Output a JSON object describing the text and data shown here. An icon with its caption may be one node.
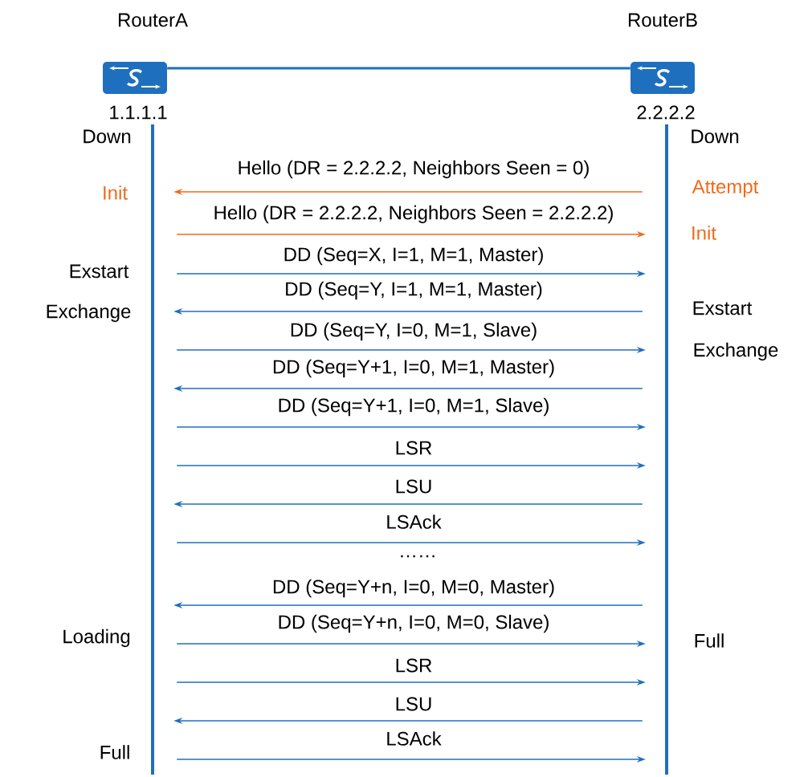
{
  "diagram": {
    "nodes": [
      {
        "text": [
          "RouterA"
        ],
        "beside": [
          "1.1.1.1"
        ]
      },
      {
        "text": [
          "RouterB"
        ],
        "beside": [
          "2.2.2.2"
        ]
      },
      {
        "text": [],
        "shape": "bar"
      },
      {
        "text": [],
        "shape": "bar"
      }
    ],
    "edges": [
      {
        "from": 0,
        "to": 1,
        "arrow": "none"
      },
      {
        "from": 3,
        "to": 2,
        "arrow": "to",
        "label": "Hello (DR = 2.2.2.2, Neighbors Seen = 0)",
        "color": "#f06a1c"
      },
      {
        "from": 2,
        "to": 3,
        "arrow": "to",
        "label": "Hello (DR = 2.2.2.2, Neighbors Seen = 2.2.2.2)",
        "color": "#f06a1c"
      },
      {
        "from": 2,
        "to": 3,
        "arrow": "to",
        "label": "DD (Seq=X, I=1, M=1, Master)"
      },
      {
        "from": 3,
        "to": 2,
        "arrow": "to",
        "label": "DD (Seq=Y, I=1, M=1, Master)"
      },
      {
        "from": 2,
        "to": 3,
        "arrow": "to",
        "label": "DD (Seq=Y, I=0, M=1, Slave)"
      },
      {
        "from": 3,
        "to": 2,
        "arrow": "to",
        "label": "DD (Seq=Y+1, I=0, M=1, Master)"
      },
      {
        "from": 2,
        "to": 3,
        "arrow": "to",
        "label": "DD (Seq=Y+1, I=0, M=1, Slave)"
      },
      {
        "from": 2,
        "to": 3,
        "arrow": "to",
        "label": "LSR"
      },
      {
        "from": 3,
        "to": 2,
        "arrow": "to",
        "label": "LSU"
      },
      {
        "from": 2,
        "to": 3,
        "arrow": "to",
        "label": "LSAck"
      },
      {
        "from": 3,
        "to": 2,
        "arrow": "to",
        "label": "DD (Seq=Y+n, I=0, M=0, Master)"
      },
      {
        "from": 2,
        "to": 3,
        "arrow": "to",
        "label": "DD (Seq=Y+n, I=0, M=0, Slave)"
      },
      {
        "from": 2,
        "to": 3,
        "arrow": "to",
        "label": "LSR"
      },
      {
        "from": 3,
        "to": 2,
        "arrow": "to",
        "label": "LSU"
      },
      {
        "from": 2,
        "to": 3,
        "arrow": "to",
        "label": "LSAck"
      }
    ],
    "labels": [
      "Down",
      "Down",
      "Init",
      "Attempt",
      "Init",
      "Exstart",
      "Exchange",
      "Exstart",
      "Exchange",
      "……",
      "Loading",
      "Full",
      "Full"
    ]
  }
}
